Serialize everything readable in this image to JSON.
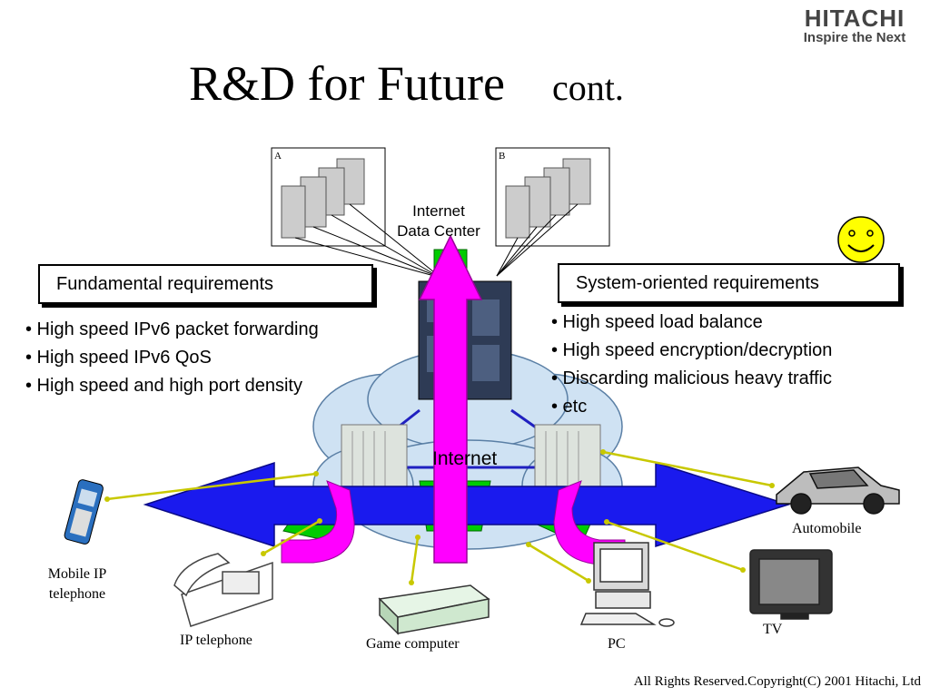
{
  "logo": {
    "brand": "HITACHI",
    "tagline": "Inspire the Next"
  },
  "title": {
    "main": "R&D for Future",
    "suffix": "cont."
  },
  "datacenter": {
    "label_a": "A",
    "label_b": "B",
    "line1": "Internet",
    "line2": "Data Center"
  },
  "left_panel": {
    "heading": "Fundamental requirements",
    "bullets": [
      "• High speed IPv6 packet forwarding",
      "• High speed IPv6 QoS",
      "• High speed and high port density"
    ]
  },
  "right_panel": {
    "heading": "System-oriented requirements",
    "bullets": [
      "• High speed load balance",
      "• High speed encryption/decryption",
      "• Discarding malicious heavy traffic",
      "• etc"
    ]
  },
  "network": {
    "cloud_label": "Internet"
  },
  "devices": {
    "mobile_line1": "Mobile IP",
    "mobile_line2": "telephone",
    "ip_phone": "IP telephone",
    "game": "Game computer",
    "pc": "PC",
    "tv": "TV",
    "car": "Automobile"
  },
  "footer": {
    "copyright": "All Rights Reserved.Copyright(C) 2001 Hitachi, Ltd"
  },
  "colors": {
    "arrow_blue": "#1a1aee",
    "arrow_magenta": "#ff00ff",
    "arrow_green": "#00cc00",
    "link_yellow": "#c8c800",
    "smiley": "#ffff00"
  }
}
